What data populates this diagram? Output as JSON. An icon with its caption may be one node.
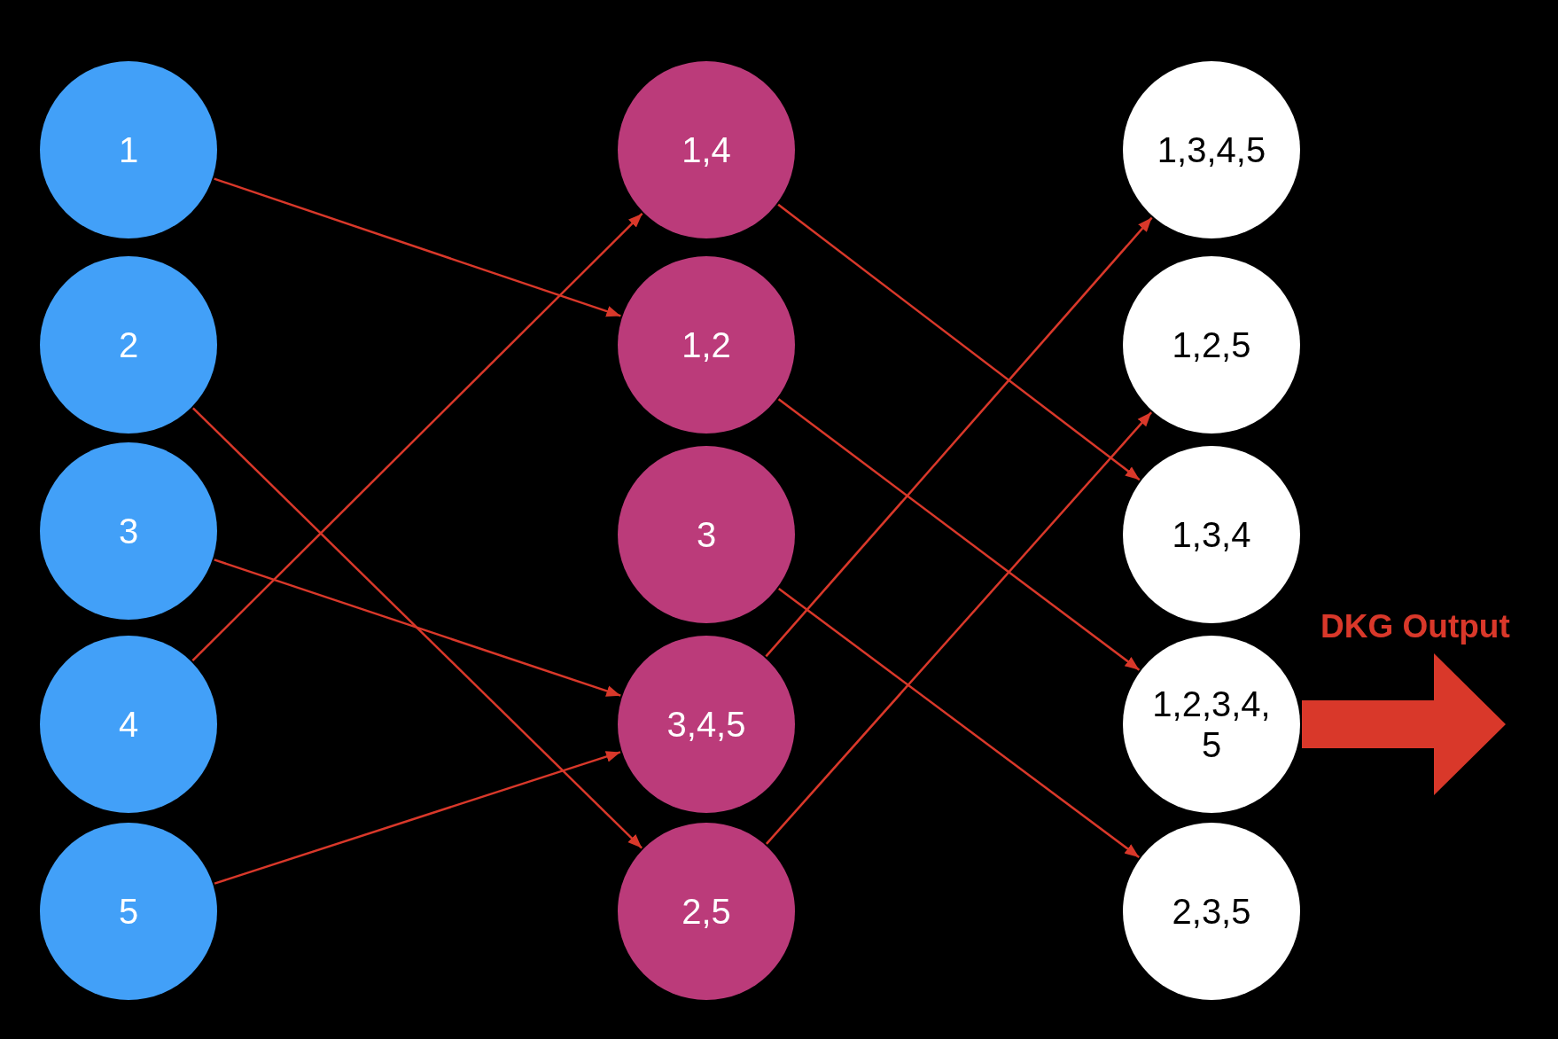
{
  "diagram": {
    "nodes": [
      {
        "text": [
          "1"
        ]
      },
      {
        "text": [
          "2"
        ]
      },
      {
        "text": [
          "3"
        ]
      },
      {
        "text": [
          "4"
        ]
      },
      {
        "text": [
          "5"
        ]
      },
      {
        "text": [
          "1,4"
        ]
      },
      {
        "text": [
          "1,2"
        ]
      },
      {
        "text": [
          "3"
        ]
      },
      {
        "text": [
          "3,4,5"
        ]
      },
      {
        "text": [
          "2,5"
        ]
      },
      {
        "text": [
          "1,3,4,5"
        ]
      },
      {
        "text": [
          "1,2,5"
        ]
      },
      {
        "text": [
          "1,3,4"
        ]
      },
      {
        "text": [
          "1,2,3,4, 5"
        ]
      },
      {
        "text": [
          "2,3,5"
        ]
      }
    ],
    "edges": [
      {
        "from": 0,
        "to": 6,
        "arrow": "to"
      },
      {
        "from": 1,
        "to": 9,
        "arrow": "to"
      },
      {
        "from": 2,
        "to": 8,
        "arrow": "to"
      },
      {
        "from": 3,
        "to": 5,
        "arrow": "to"
      },
      {
        "from": 4,
        "to": 8,
        "arrow": "to"
      },
      {
        "from": 5,
        "to": 12,
        "arrow": "to"
      },
      {
        "from": 6,
        "to": 13,
        "arrow": "to"
      },
      {
        "from": 7,
        "to": 14,
        "arrow": "to"
      },
      {
        "from": 8,
        "to": 10,
        "arrow": "to"
      },
      {
        "from": 9,
        "to": 11,
        "arrow": "to"
      },
      {
        "from": 13,
        "to": null,
        "arrow": "to",
        "label": "DKG Output",
        "style": "thick"
      }
    ]
  }
}
